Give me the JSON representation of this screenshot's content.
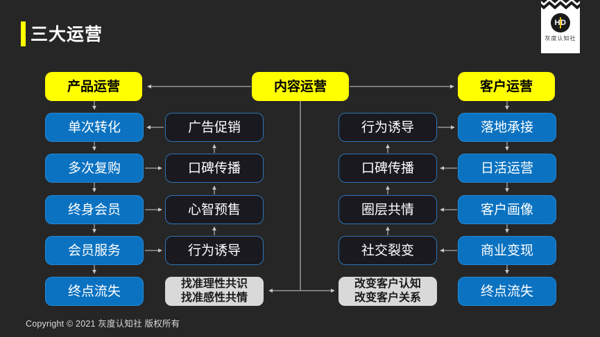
{
  "page": {
    "title": "三大运营",
    "copyright": "Copyright © 2021 灰度认知社 版权所有"
  },
  "logo": {
    "icon": "zigzag-pattern-and-hd-monogram",
    "monogram": "HD",
    "brand": "灰度认知社"
  },
  "diagram": {
    "headers": {
      "product": "产品运营",
      "content": "内容运营",
      "customer": "客户运营"
    },
    "product_chain": [
      "单次转化",
      "多次复购",
      "终身会员",
      "会员服务",
      "终点流失"
    ],
    "product_tactics": [
      "广告促销",
      "口碑传播",
      "心智预售",
      "行为诱导"
    ],
    "product_note": {
      "line1": "找准理性共识",
      "line2": "找准感性共情"
    },
    "customer_tactics": [
      "行为诱导",
      "口碑传播",
      "圈层共情",
      "社交裂变"
    ],
    "customer_chain": [
      "落地承接",
      "日活运营",
      "客户画像",
      "商业变现",
      "终点流失"
    ],
    "customer_note": {
      "line1": "改变客户认知",
      "line2": "改变客户关系"
    }
  },
  "colors": {
    "background": "#262626",
    "accent_yellow": "#FFFF00",
    "node_blue": "#0B72C1",
    "dark_node_fill": "#19191F",
    "dark_node_border": "#2E75B6",
    "note_gray": "#D9D9D9",
    "connector_gray": "#C6C6C6"
  }
}
